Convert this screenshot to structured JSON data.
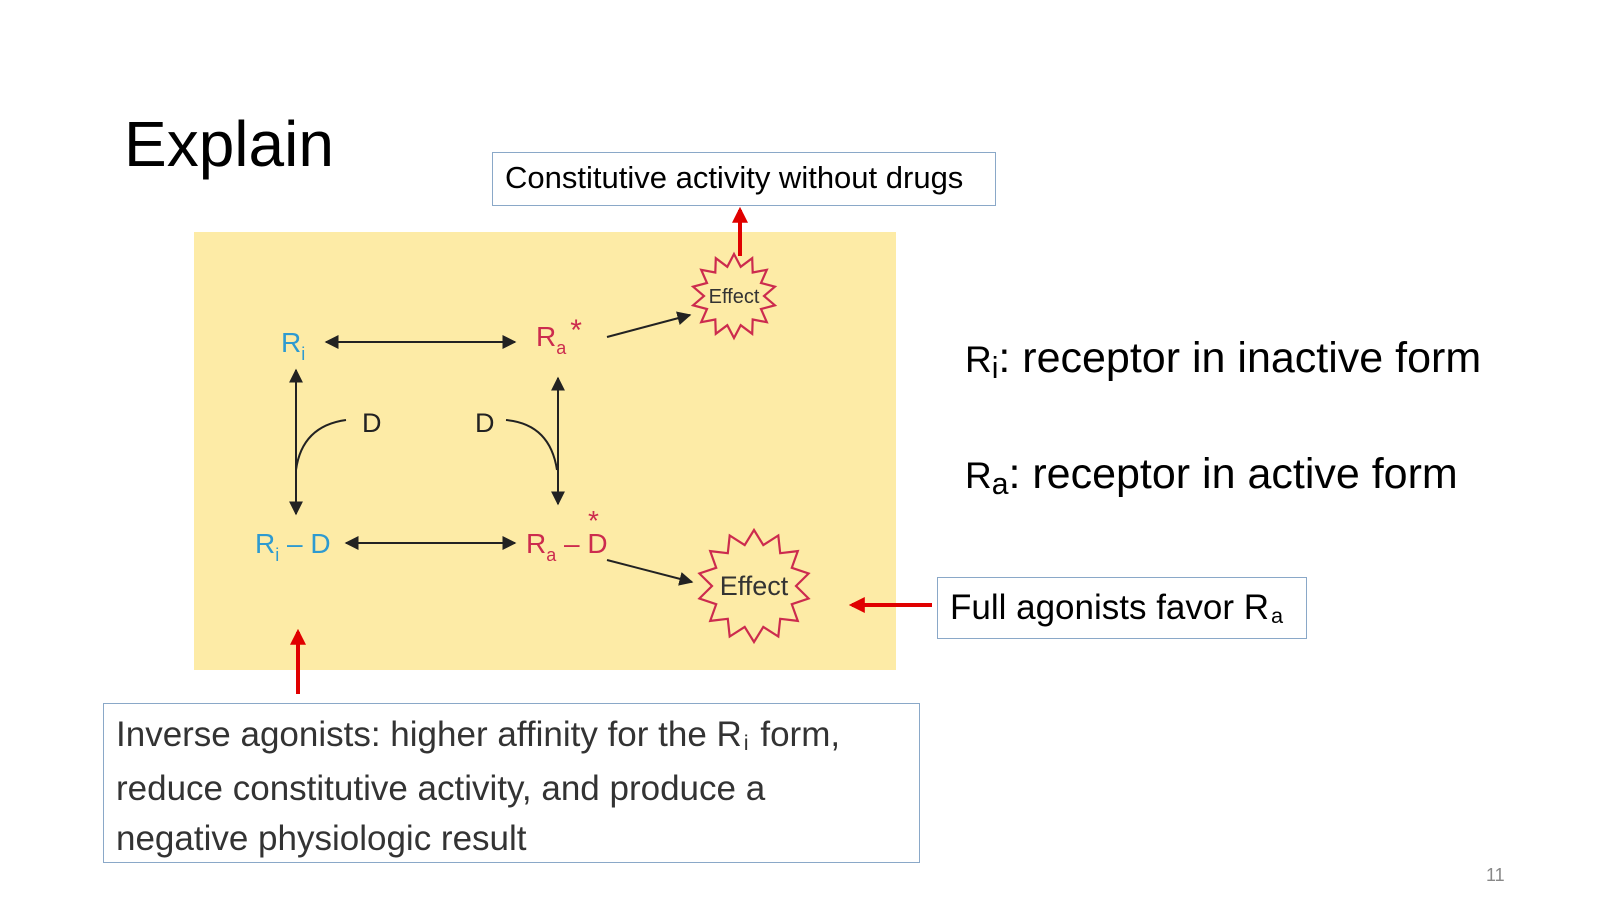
{
  "slide": {
    "title": "Explain",
    "page_number": "11"
  },
  "diagram": {
    "background_color": "#fdeba6",
    "species_colors": {
      "inactive": "#2e9ad0",
      "active": "#cc2b4e"
    },
    "arrow_color": "#e00000",
    "nodes": {
      "ri": {
        "main": "R",
        "sub": "i"
      },
      "ra_star": {
        "main": "R",
        "sub": "a",
        "mark": "*"
      },
      "ri_d": {
        "main": "R",
        "sub": "i",
        "tail": " – D"
      },
      "ra_d": {
        "main": "R",
        "sub": "a",
        "tail": " – D",
        "mark": "*"
      }
    },
    "drug_left": "D",
    "drug_right": "D",
    "effect_small": "Effect",
    "effect_large": "Effect"
  },
  "callouts": {
    "constitutive": "Constitutive activity without drugs",
    "full_agonist": {
      "text": "Full agonists favor R",
      "sub": "a"
    },
    "inverse_agonist": {
      "text_before": "Inverse agonists: higher affinity for the R",
      "sub": "i",
      "text_after": " form, reduce constitutive activity, and produce a negative physiologic result"
    }
  },
  "legend": {
    "ri": {
      "symbol": "R",
      "sub": "i",
      "text": ": receptor in inactive form"
    },
    "ra": {
      "symbol": "R",
      "sub": "a",
      "text": ": receptor in active form"
    }
  }
}
